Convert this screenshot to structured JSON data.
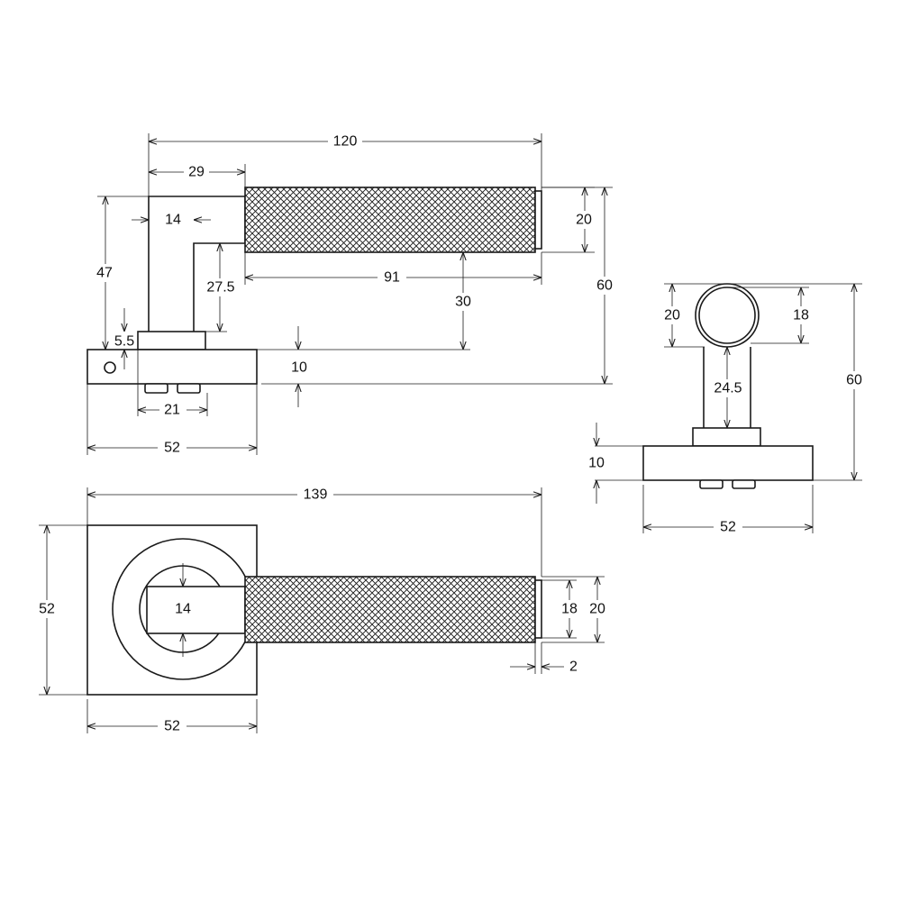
{
  "dimensions": {
    "side_view": {
      "overall_length": "120",
      "rose_to_bend": "29",
      "neck_width": "14",
      "grip_height": "20",
      "grip_length": "91",
      "neck_height": "27.5",
      "lever_height": "47",
      "spacer": "5.5",
      "grip_centre_height": "30",
      "overall_height": "60",
      "rose_thickness": "10",
      "screw_spacing": "21",
      "rose_width": "52"
    },
    "end_view": {
      "outer_diameter": "20",
      "inner_diameter": "18",
      "neck_length": "24.5",
      "overall_height": "60",
      "rose_thickness": "10",
      "rose_width": "52"
    },
    "plan_view": {
      "overall_length": "139",
      "rose_height": "52",
      "rose_width": "52",
      "neck_width": "14",
      "grip_inner": "18",
      "grip_outer": "20",
      "end_cap": "2"
    }
  }
}
